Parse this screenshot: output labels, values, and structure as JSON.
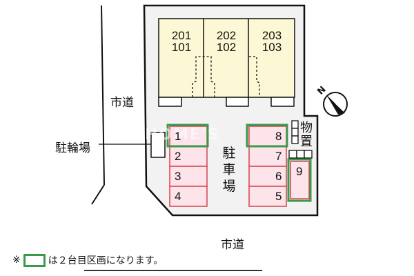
{
  "colors": {
    "site_bg": "#f2f2f2",
    "building_fill": "#fcf7d4",
    "slot_fill": "#fde3ea",
    "slot_border": "#d8434c",
    "second_slot_border": "#3a9a4a",
    "line": "#111111"
  },
  "roads": {
    "west_label": "市道",
    "south_label": "市道"
  },
  "bicycle_parking": {
    "label": "駐輪場"
  },
  "building": {
    "units": [
      {
        "upper": "201",
        "lower": "101"
      },
      {
        "upper": "202",
        "lower": "102"
      },
      {
        "upper": "203",
        "lower": "103"
      }
    ]
  },
  "parking": {
    "label_chars": [
      "駐",
      "車",
      "場"
    ],
    "left_column": [
      "1",
      "2",
      "3",
      "4"
    ],
    "right_column": [
      "8",
      "7",
      "6",
      "5"
    ],
    "extra_slot": "9",
    "second_car_slots": [
      "1",
      "8",
      "9"
    ]
  },
  "storage": {
    "label_chars": [
      "物",
      "置"
    ]
  },
  "compass": {
    "north_label": "N"
  },
  "legend": {
    "prefix": "※",
    "text": "は２台目区画になります。"
  },
  "watermark": "HOME'S"
}
